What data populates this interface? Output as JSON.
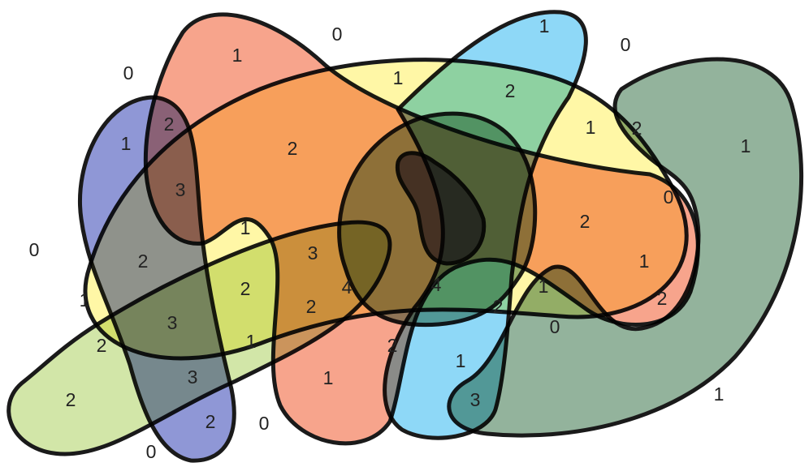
{
  "colors": {
    "yellow_blob": "#fff7a6",
    "salmon_blob": "#f7a48c",
    "blue_blob": "#8f97d6",
    "lightgreen_blob": "#d2e6a8",
    "cyan_blob": "#8ed8f7",
    "darkgreen_blob": "#93b39c",
    "purple_blob": "#7b6f9c"
  },
  "regions": [
    {
      "label": "0"
    },
    {
      "label": "0"
    },
    {
      "label": "0"
    },
    {
      "label": "0"
    },
    {
      "label": "0"
    },
    {
      "label": "0"
    },
    {
      "label": "0"
    },
    {
      "label": "0"
    },
    {
      "label": "1"
    },
    {
      "label": "1"
    },
    {
      "label": "1"
    },
    {
      "label": "1"
    },
    {
      "label": "1"
    },
    {
      "label": "1"
    },
    {
      "label": "1"
    },
    {
      "label": "1"
    },
    {
      "label": "1"
    },
    {
      "label": "1"
    },
    {
      "label": "1"
    },
    {
      "label": "1"
    },
    {
      "label": "1"
    },
    {
      "label": "1"
    },
    {
      "label": "2"
    },
    {
      "label": "2"
    },
    {
      "label": "2"
    },
    {
      "label": "2"
    },
    {
      "label": "2"
    },
    {
      "label": "2"
    },
    {
      "label": "2"
    },
    {
      "label": "2"
    },
    {
      "label": "2"
    },
    {
      "label": "2"
    },
    {
      "label": "2"
    },
    {
      "label": "2"
    },
    {
      "label": "2"
    },
    {
      "label": "2"
    },
    {
      "label": "3"
    },
    {
      "label": "3"
    },
    {
      "label": "3"
    },
    {
      "label": "3"
    },
    {
      "label": "3"
    },
    {
      "label": "4"
    },
    {
      "label": "4"
    }
  ]
}
